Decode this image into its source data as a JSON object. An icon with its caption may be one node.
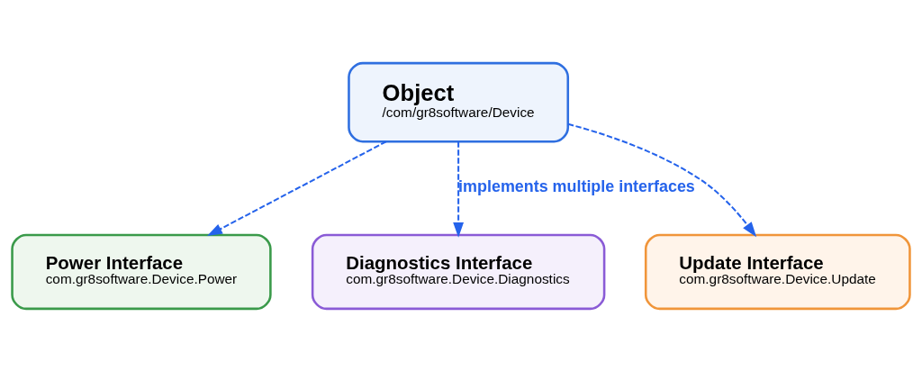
{
  "diagram": {
    "nodes": [
      {
        "text": [
          "Object",
          "/com/gr8software/Device"
        ]
      },
      {
        "text": [
          "Power Interface",
          "com.gr8software.Device.Power"
        ]
      },
      {
        "text": [
          "Diagnostics Interface",
          "com.gr8software.Device.Diagnostics"
        ]
      },
      {
        "text": [
          "Update Interface",
          "com.gr8software.Device.Update"
        ]
      }
    ],
    "edges": [
      {
        "from": 0,
        "to": 1,
        "arrow": "to",
        "style": "dashed"
      },
      {
        "from": 0,
        "to": 2,
        "arrow": "to",
        "style": "dashed",
        "label": "implements multiple interfaces"
      },
      {
        "from": 0,
        "to": 3,
        "arrow": "to",
        "style": "dashed"
      }
    ]
  }
}
